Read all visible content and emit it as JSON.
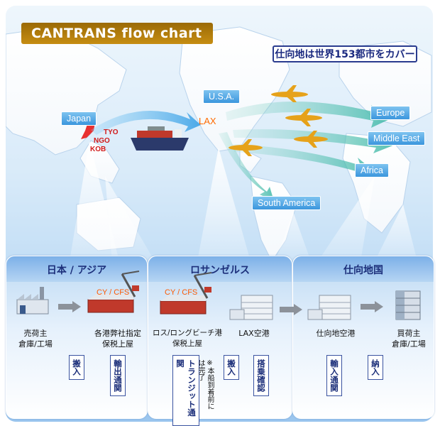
{
  "title": "CANTRANS flow chart",
  "notice": "仕向地は世界153都市をカバー",
  "map": {
    "japan": "Japan",
    "usa": "U.S.A.",
    "lax": "LAX",
    "tyo": "TYO",
    "ngo": "NGO",
    "kob": "KOB",
    "europe": "Europe",
    "middle_east": "Middle East",
    "africa": "Africa",
    "south_america": "South America"
  },
  "panels": {
    "japan": {
      "title": "日本 / アジア",
      "cy_cfs": "CY / CFS",
      "node1": "売荷主\n倉庫/工場",
      "node2": "各港弊社指定\n保税上屋",
      "box1": "搬入",
      "box2": "輸出通関"
    },
    "la": {
      "title": "ロサンゼルス",
      "cy_cfs": "CY / CFS",
      "node1": "ロス/ロングビーチ港\n保税上屋",
      "node2": "LAX空港",
      "box1": "トランジット通関",
      "note": "※本船到着前には完了",
      "box2": "搬入",
      "box3": "搭乗確認"
    },
    "dest": {
      "title": "仕向地国",
      "node1": "仕向地空港",
      "node2": "買荷主\n倉庫/工場",
      "box1": "輸入通関",
      "box2": "納入"
    }
  },
  "colors": {
    "title_band": "#b37a0a",
    "label_blue": "#3b96dd",
    "city_red": "#d11a1a",
    "lax_orange": "#ff6a00",
    "panel_title": "#1c2f7a"
  }
}
